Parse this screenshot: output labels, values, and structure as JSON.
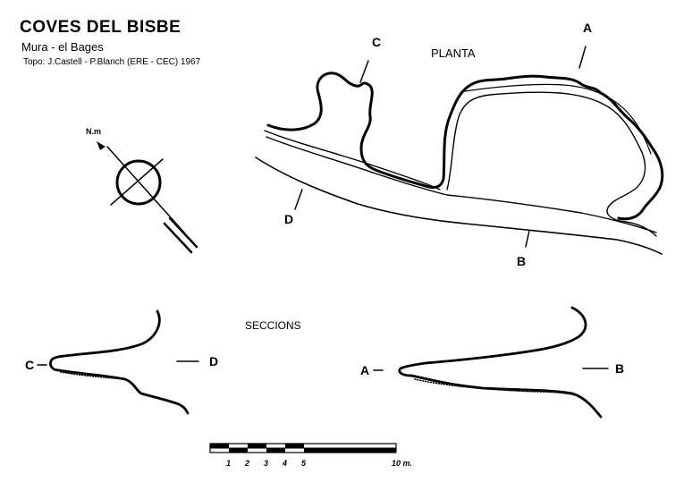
{
  "header": {
    "title": "COVES DEL BISBE",
    "subtitle": "Mura - el Bages",
    "credits": "Topo: J.Castell - P.Blanch  (ERE - CEC)   1967"
  },
  "plan": {
    "label": "PLANTA",
    "north_label": "N.m",
    "points": {
      "a": "A",
      "b": "B",
      "c": "C",
      "d": "D"
    }
  },
  "sections": {
    "label": "SECCIONS",
    "left": {
      "start": "C",
      "end": "D"
    },
    "right": {
      "start": "A",
      "end": "B"
    }
  },
  "scale": {
    "ticks": [
      "1",
      "2",
      "3",
      "4",
      "5",
      "10 m."
    ]
  }
}
